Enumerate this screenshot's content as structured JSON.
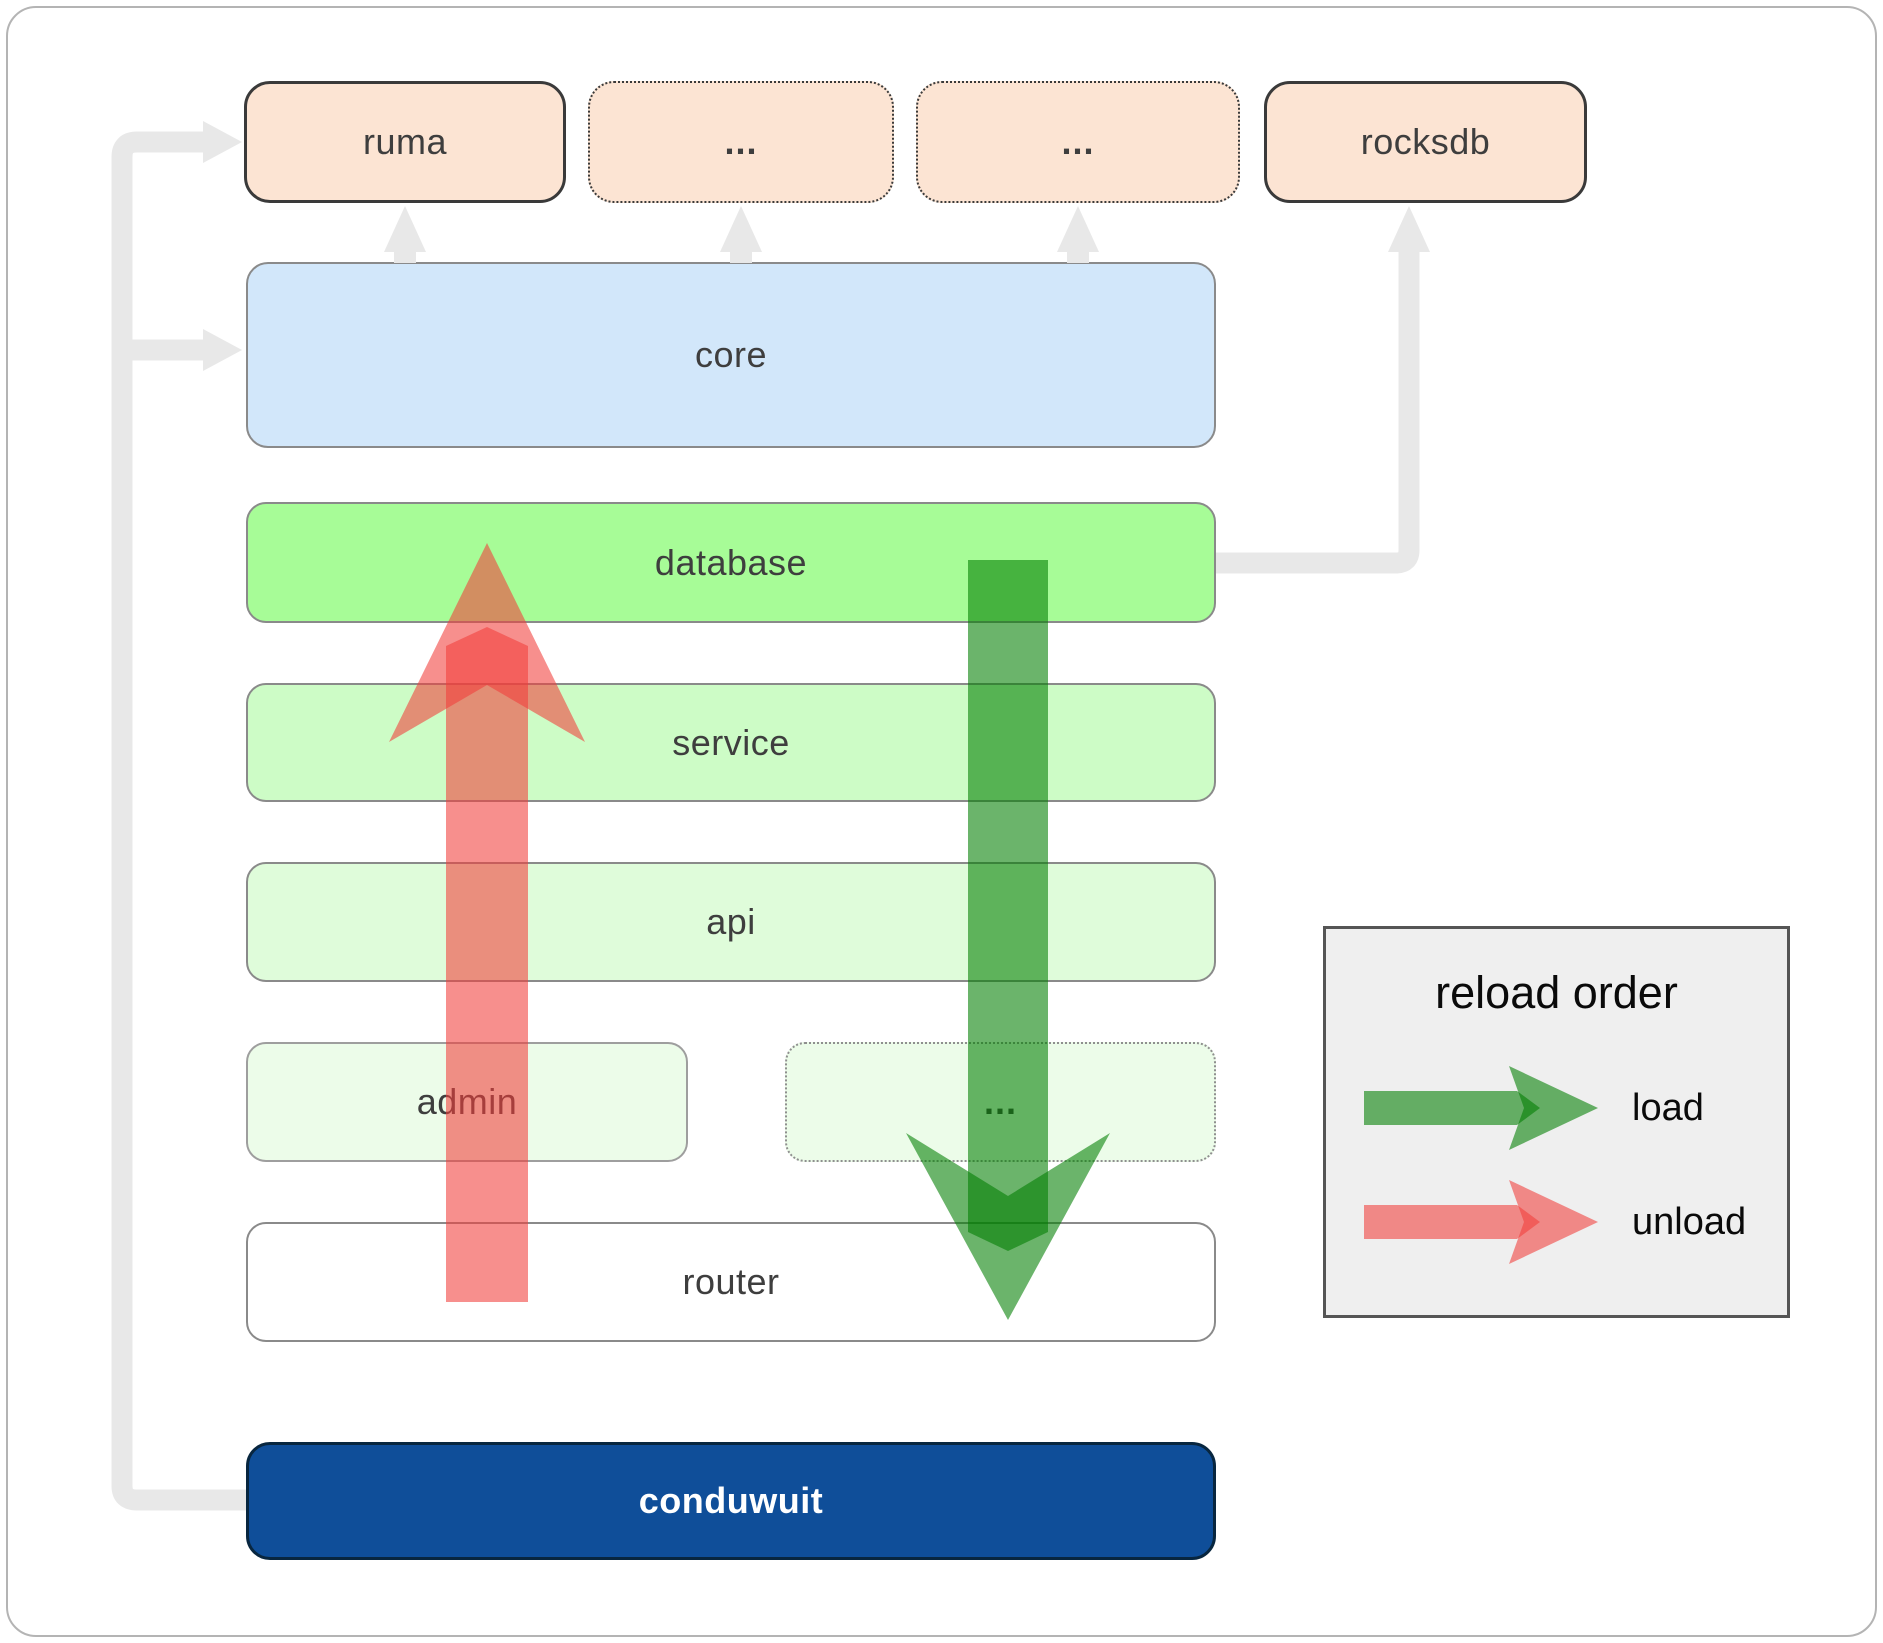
{
  "boxes": {
    "ruma": {
      "label": "ruma"
    },
    "top_dots_1": {
      "label": "..."
    },
    "top_dots_2": {
      "label": "..."
    },
    "rocksdb": {
      "label": "rocksdb"
    },
    "core": {
      "label": "core"
    },
    "database": {
      "label": "database"
    },
    "service": {
      "label": "service"
    },
    "api": {
      "label": "api"
    },
    "admin": {
      "label": "admin"
    },
    "bottom_dots": {
      "label": "..."
    },
    "router": {
      "label": "router"
    },
    "conduwuit": {
      "label": "conduwuit"
    }
  },
  "legend": {
    "title": "reload order",
    "items": [
      {
        "icon": "load-arrow-icon",
        "label": "load",
        "color": "#007e00"
      },
      {
        "icon": "unload-arrow-icon",
        "label": "unload",
        "color": "#f13e3a"
      }
    ]
  },
  "colors": {
    "peach_box": "#fce4d3",
    "core_box": "#d2e7fa",
    "database_box": "#a7fc97",
    "service_box": "#cdfcc6",
    "api_box": "#dffcda",
    "pale_green_box": "#ecfce9",
    "router_box": "#ffffff",
    "conduwuit_box": "#0f4e99",
    "connector_gray": "#e8e8e8",
    "load_green": "rgba(0,126,0,0.58)",
    "unload_red": "rgba(241,62,58,0.58)"
  }
}
